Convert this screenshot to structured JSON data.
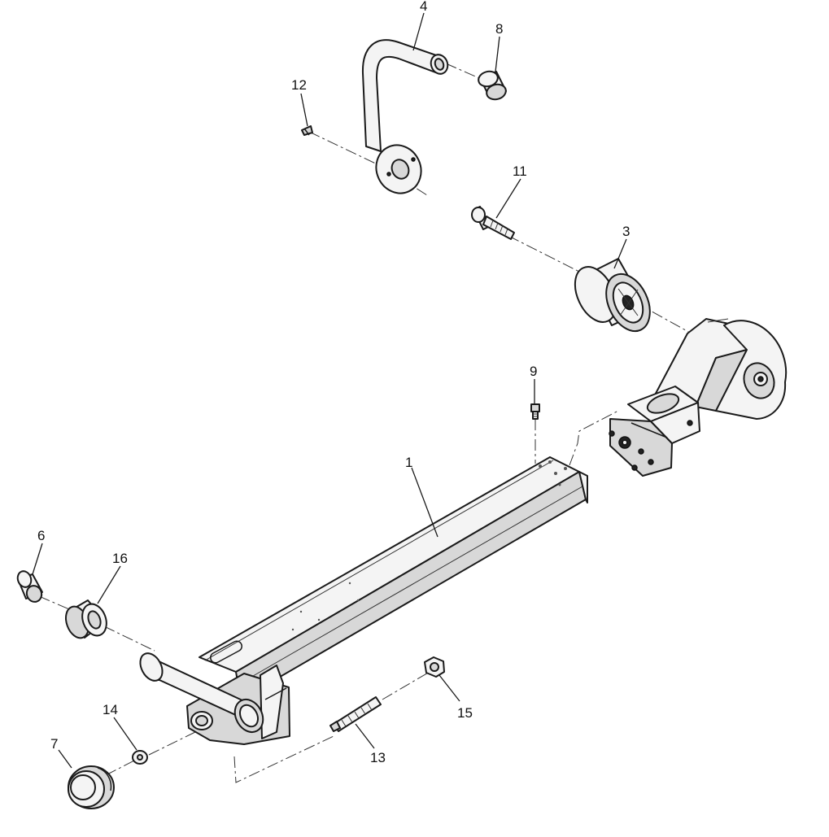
{
  "diagram": {
    "callouts": [
      {
        "id": "p1",
        "label": "1"
      },
      {
        "id": "p3",
        "label": "3"
      },
      {
        "id": "p4",
        "label": "4"
      },
      {
        "id": "p6",
        "label": "6"
      },
      {
        "id": "p7",
        "label": "7"
      },
      {
        "id": "p8",
        "label": "8"
      },
      {
        "id": "p9",
        "label": "9"
      },
      {
        "id": "p11",
        "label": "11"
      },
      {
        "id": "p12",
        "label": "12"
      },
      {
        "id": "p13",
        "label": "13"
      },
      {
        "id": "p14",
        "label": "14"
      },
      {
        "id": "p15",
        "label": "15"
      },
      {
        "id": "p16",
        "label": "16"
      }
    ]
  }
}
